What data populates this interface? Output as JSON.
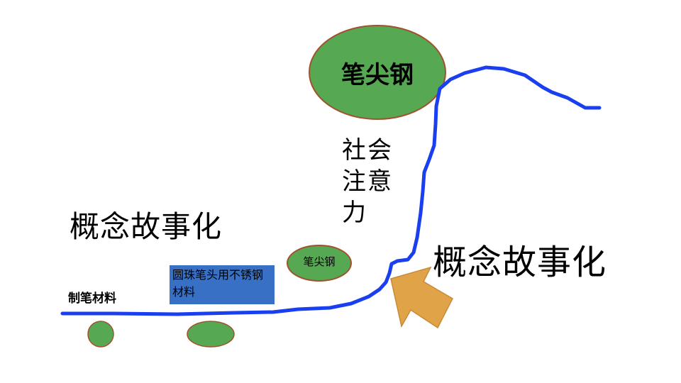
{
  "diagram": {
    "concept_left": "概念故事化",
    "concept_right": "概念故事化",
    "social_attention": "社会注意力",
    "pen_material": "制笔材料",
    "ballpoint_material": "圆珠笔头用不锈钢材料",
    "pen_tip_steel_large": "笔尖钢",
    "pen_tip_steel_small": "笔尖钢"
  },
  "colors": {
    "curve": "#1a3ff0",
    "ellipse_fill": "#56a853",
    "ellipse_stroke": "#a0522d",
    "box_fill": "#3870c6",
    "arrow_fill": "#e1a348",
    "arrow_stroke": "#c98a36"
  }
}
